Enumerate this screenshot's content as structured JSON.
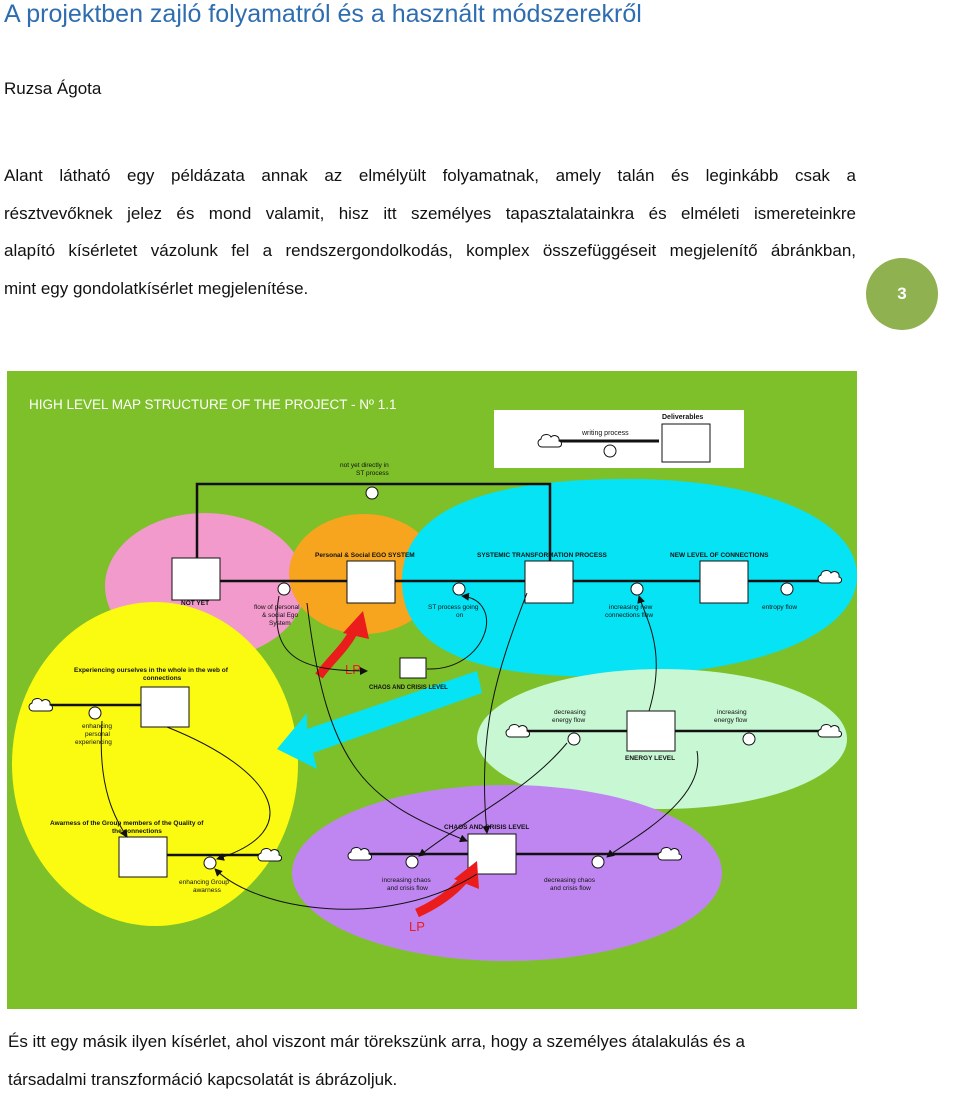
{
  "document": {
    "title": "A projektben zajló folyamatról és a használt módszerekről",
    "author": "Ruzsa Ágota",
    "intro_lines": [
      "Alant látható egy példázata annak az elmélyült folyamatnak, amely talán és leginkább csak a",
      "résztvevőknek jelez és mond valamit, hisz itt személyes tapasztalatainkra és elméleti ismereteinkre",
      "alapító kísérletet vázolunk fel a rendszergondolkodás, komplex összefüggéseit megjelenítő ábránkban,",
      "mint egy gondolatkísérlet megjelenítése."
    ],
    "page_number": "3",
    "closing_lines": [
      "És itt egy másik ilyen kísérlet, ahol viszont már törekszünk arra, hogy a személyes átalakulás és a",
      "társadalmi transzformáció kapcsolatát is ábrázoljuk."
    ]
  },
  "figure": {
    "heading": "HIGH LEVEL MAP STRUCTURE OF THE PROJECT - Nº 1.1",
    "deliverables": "Deliverables",
    "writing_process": "writing process",
    "not_yet_directly_1": "not yet directly in",
    "not_yet_directly_2": "ST process",
    "personal_social_ego": "Personal & Social EGO SYSTEM",
    "systemic_transformation": "SYSTEMIC TRANSFORMATION PROCESS",
    "new_level": "NEW LEVEL OF CONNECTIONS",
    "not_yet": "NOT YET",
    "flow_ego_1": "flow of personal",
    "flow_ego_2": "& social Ego",
    "flow_ego_3": "System",
    "st_process_1": "ST process going",
    "st_process_2": "on",
    "increasing_new_1": "increasing new",
    "increasing_new_2": "connections flow",
    "entropy_flow": "entropy flow",
    "lp": "LP",
    "chaos_crisis_small": "CHAOS AND CRISIS LEVEL",
    "experiencing_1": "Experiencing ourselves in the whole in the web of",
    "experiencing_2": "connections",
    "enhancing_personal_1": "enhancing",
    "enhancing_personal_2": "personal",
    "enhancing_personal_3": "experiencing",
    "decreasing_energy_1": "decreasing",
    "decreasing_energy_2": "energy flow",
    "increasing_energy_1": "increasing",
    "increasing_energy_2": "energy flow",
    "energy_level": "ENERGY LEVEL",
    "awareness_1": "Awarness of the Group members of the Quality of",
    "awareness_2": "the connections",
    "chaos_crisis": "CHAOS AND CRISIS LEVEL",
    "enhancing_group_1": "enhancing Group",
    "enhancing_group_2": "awarness",
    "increasing_chaos_1": "increasing chaos",
    "increasing_chaos_2": "and crisis flow",
    "decreasing_chaos_1": "decreasing chaos",
    "decreasing_chaos_2": "and crisis flow",
    "lp2": "LP"
  },
  "colors": {
    "title": "#2e6db0",
    "badge": "#8fb14f",
    "figure_bg": "#7ec02a",
    "pink": "#f19acb",
    "orange": "#f7a51f",
    "cyan": "#05e3f4",
    "yellow": "#fbfb12",
    "mint": "#c8f7d4",
    "violet": "#bf86f2",
    "red_arrow": "#ea1c1c"
  }
}
